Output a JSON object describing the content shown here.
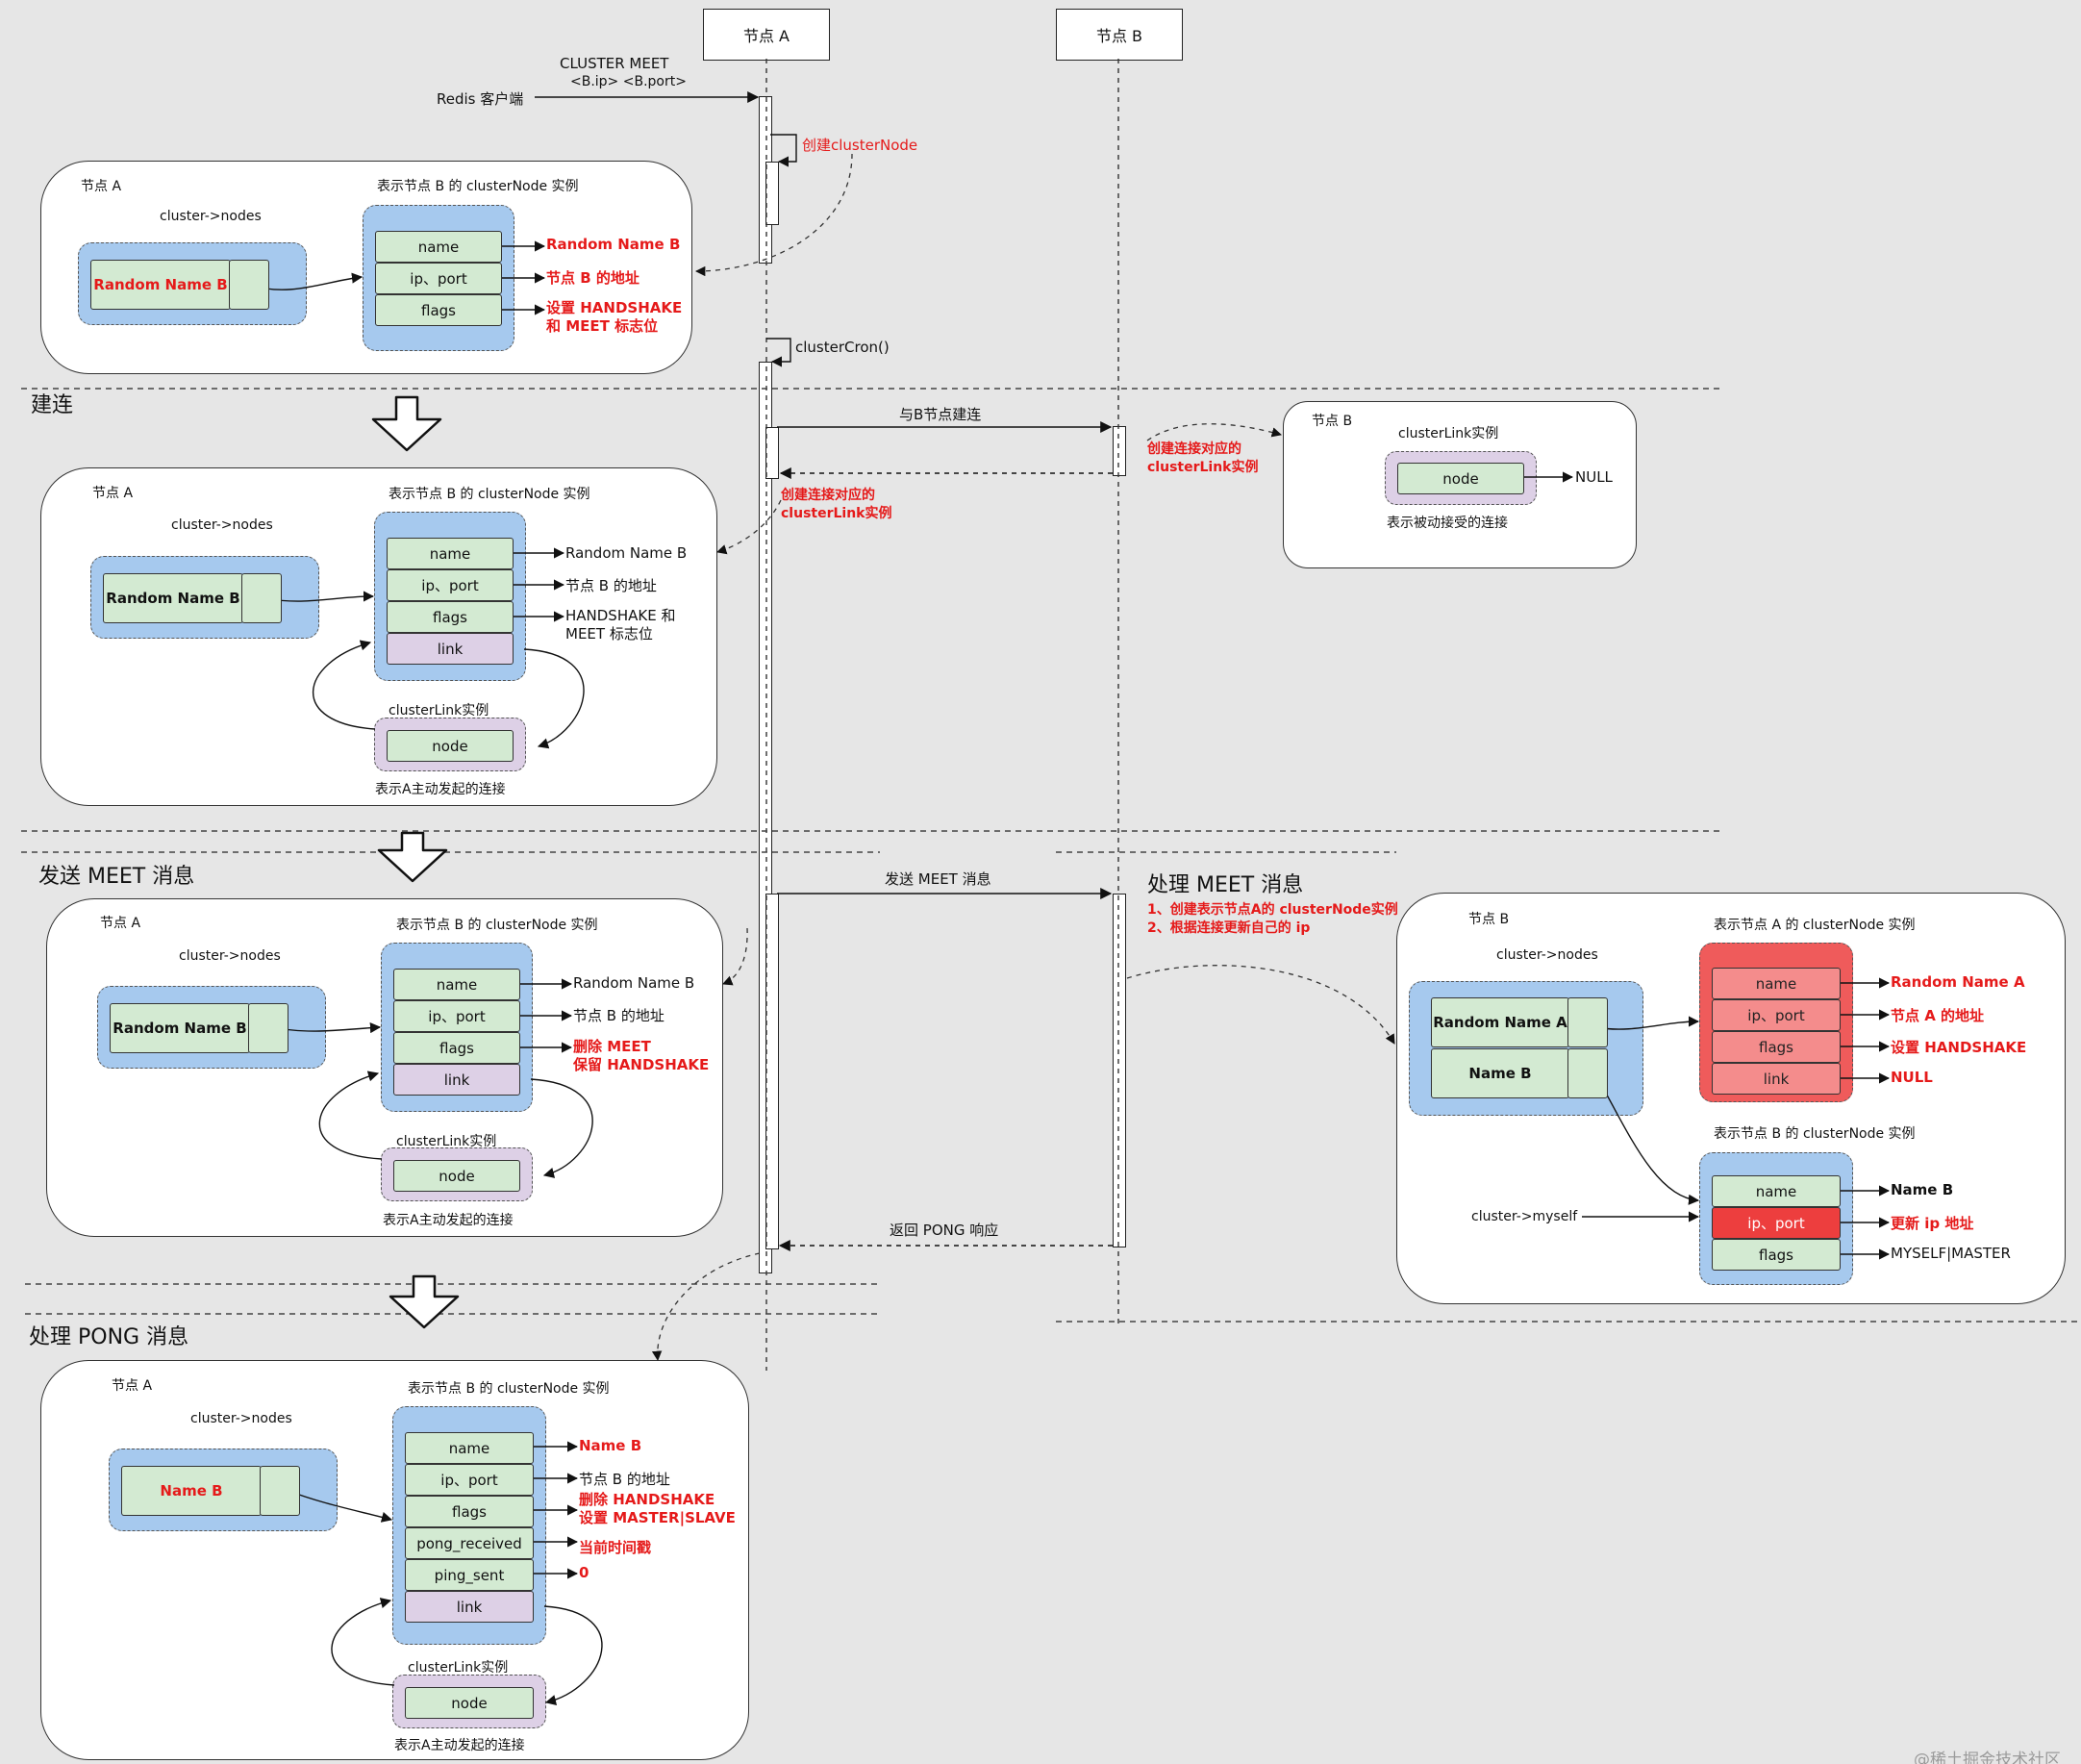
{
  "lifelines": {
    "node_a": "节点 A",
    "node_b": "节点 B"
  },
  "messages": {
    "cluster_meet_cmd": "CLUSTER MEET",
    "cluster_meet_args": "<B.ip> <B.port>",
    "redis_client": "Redis 客户端",
    "create_cluster_node": "创建clusterNode",
    "cluster_cron": "clusterCron()",
    "connect_b": "与B节点建连",
    "create_link_b": "创建连接对应的\nclusterLink实例",
    "create_link_a": "创建连接对应的\nclusterLink实例",
    "send_meet": "发送 MEET 消息",
    "return_pong": "返回 PONG 响应",
    "handle_meet_steps": "1、创建表示节点A的 clusterNode实例\n2、根据连接更新自己的 ip"
  },
  "sections": {
    "connect": "建连",
    "send_meet": "发送 MEET 消息",
    "handle_meet": "处理 MEET 消息",
    "handle_pong": "处理 PONG 消息"
  },
  "panel1": {
    "node_label": "节点 A",
    "nodes_label": "cluster->nodes",
    "instance_title": "表示节点 B 的 clusterNode 实例",
    "dict_key": "Random Name B",
    "fields": [
      "name",
      "ip、port",
      "flags"
    ],
    "notes": {
      "name": "Random Name B",
      "ip": "节点 B 的地址",
      "flags": "设置 HANDSHAKE\n和 MEET 标志位"
    }
  },
  "panel2": {
    "node_label": "节点 A",
    "nodes_label": "cluster->nodes",
    "instance_title": "表示节点 B 的 clusterNode 实例",
    "dict_key": "Random Name B",
    "fields": [
      "name",
      "ip、port",
      "flags",
      "link"
    ],
    "notes": {
      "name": "Random Name B",
      "ip": "节点 B 的地址",
      "flags": "HANDSHAKE 和\nMEET 标志位"
    },
    "link_title": "clusterLink实例",
    "link_field": "node",
    "link_caption": "表示A主动发起的连接"
  },
  "panel_b_link": {
    "node_label": "节点 B",
    "link_title": "clusterLink实例",
    "link_field": "node",
    "null_label": "NULL",
    "caption": "表示被动接受的连接"
  },
  "panel3": {
    "node_label": "节点 A",
    "nodes_label": "cluster->nodes",
    "instance_title": "表示节点 B 的 clusterNode 实例",
    "dict_key": "Random Name B",
    "fields": [
      "name",
      "ip、port",
      "flags",
      "link"
    ],
    "notes": {
      "name": "Random Name B",
      "ip": "节点 B 的地址",
      "flags": "删除 MEET\n保留 HANDSHAKE"
    },
    "link_title": "clusterLink实例",
    "link_field": "node",
    "link_caption": "表示A主动发起的连接"
  },
  "panel_b_meet": {
    "node_label": "节点 B",
    "nodes_label": "cluster->nodes",
    "instance_a_title": "表示节点 A 的 clusterNode 实例",
    "dict_keys": [
      "Random Name A",
      "Name B"
    ],
    "fields_a": [
      "name",
      "ip、port",
      "flags",
      "link"
    ],
    "notes_a": {
      "name": "Random Name A",
      "ip": "节点 A 的地址",
      "flags": "设置 HANDSHAKE",
      "link": "NULL"
    },
    "instance_b_title": "表示节点 B 的 clusterNode 实例",
    "myself_label": "cluster->myself",
    "fields_b": [
      "name",
      "ip、port",
      "flags"
    ],
    "notes_b": {
      "name": "Name B",
      "ip": "更新 ip 地址",
      "flags": "MYSELF|MASTER"
    }
  },
  "panel4": {
    "node_label": "节点 A",
    "nodes_label": "cluster->nodes",
    "instance_title": "表示节点 B 的 clusterNode 实例",
    "dict_key": "Name B",
    "fields": [
      "name",
      "ip、port",
      "flags",
      "pong_received",
      "ping_sent",
      "link"
    ],
    "notes": {
      "name": "Name B",
      "ip": "节点 B 的地址",
      "flags": "删除 HANDSHAKE\n设置 MASTER|SLAVE",
      "pong_received": "当前时间戳",
      "ping_sent": "0"
    },
    "link_title": "clusterLink实例",
    "link_field": "node",
    "link_caption": "表示A主动发起的连接"
  },
  "watermark": "@稀土掘金技术社区"
}
